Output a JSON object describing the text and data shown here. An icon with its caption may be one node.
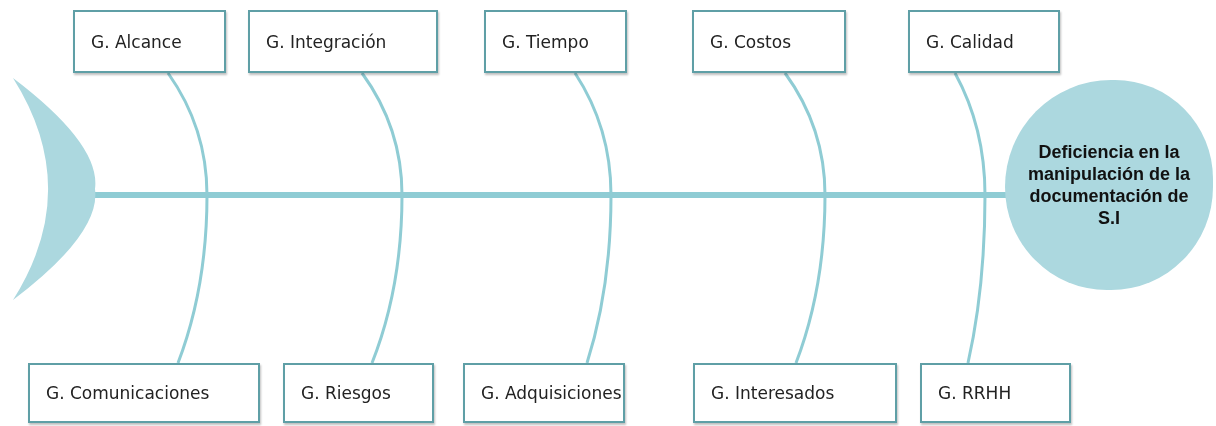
{
  "diagram": {
    "nodes": [
      {
        "text": [],
        "shape": "crescent"
      },
      {
        "text": [
          "G. Alcance"
        ]
      },
      {
        "text": [
          "G. Integración"
        ]
      },
      {
        "text": [
          "G. Tiempo"
        ]
      },
      {
        "text": [
          "G. Costos"
        ]
      },
      {
        "text": [
          "G. Calidad"
        ]
      },
      {
        "text": [
          "Deficiencia en la manipulación de la documentación de S.I"
        ]
      },
      {
        "text": [
          "G. Comunicaciones"
        ]
      },
      {
        "text": [
          "G. Riesgos"
        ]
      },
      {
        "text": [
          "G. Adquisiciones"
        ]
      },
      {
        "text": [
          "G. Interesados"
        ]
      },
      {
        "text": [
          "G. RRHH"
        ]
      }
    ],
    "edges": [
      {
        "from": 0,
        "to": 6,
        "arrow": "none",
        "style": "thick"
      },
      {
        "from": 1,
        "to": null,
        "arrow": "none"
      },
      {
        "from": 2,
        "to": null,
        "arrow": "none"
      },
      {
        "from": 3,
        "to": null,
        "arrow": "none"
      },
      {
        "from": 4,
        "to": null,
        "arrow": "none"
      },
      {
        "from": 5,
        "to": null,
        "arrow": "none"
      },
      {
        "from": 7,
        "to": null,
        "arrow": "none"
      },
      {
        "from": 8,
        "to": null,
        "arrow": "none"
      },
      {
        "from": 9,
        "to": null,
        "arrow": "none"
      },
      {
        "from": 10,
        "to": null,
        "arrow": "none"
      },
      {
        "from": 11,
        "to": null,
        "arrow": "none"
      }
    ]
  }
}
